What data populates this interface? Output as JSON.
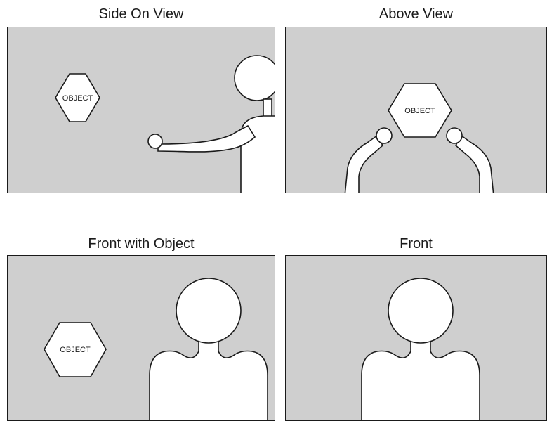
{
  "panels": {
    "side_on": {
      "title": "Side On View",
      "object_label": "OBJECT"
    },
    "above": {
      "title": "Above View",
      "object_label": "OBJECT"
    },
    "front_with_object": {
      "title": "Front with Object",
      "object_label": "OBJECT"
    },
    "front": {
      "title": "Front"
    }
  },
  "colors": {
    "panel_background": "#cfcfcf",
    "figure_fill": "#ffffff",
    "outline": "#1a1a1a"
  }
}
